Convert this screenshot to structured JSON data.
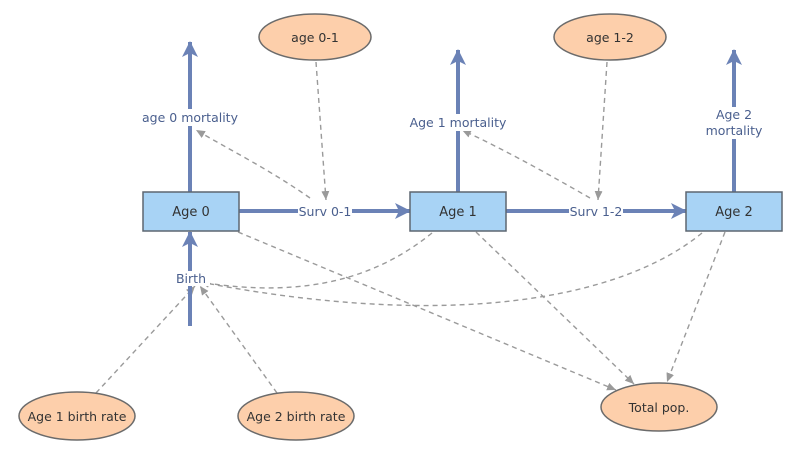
{
  "colors": {
    "stock_fill": "#a8d3f5",
    "stock_stroke": "#5d6670",
    "ellipse_fill": "#fdcfab",
    "ellipse_stroke": "#6b6b6b",
    "flow": "#6b82b6",
    "link": "#9a9a9a",
    "label": "#4a5f8e"
  },
  "stocks": {
    "age0": "Age 0",
    "age1": "Age 1",
    "age2": "Age 2"
  },
  "parameters": {
    "age01": "age 0-1",
    "age12": "age 1-2",
    "birth_rate1": "Age 1 birth rate",
    "birth_rate2": "Age 2 birth rate",
    "total_pop": "Total pop."
  },
  "flows": {
    "age0_mortality": "age 0 mortality",
    "age1_mortality": "Age 1 mortality",
    "age2_mortality_line1": "Age 2",
    "age2_mortality_line2": "mortality",
    "surv01": "Surv 0-1",
    "surv12": "Surv 1-2",
    "birth": "Birth"
  }
}
